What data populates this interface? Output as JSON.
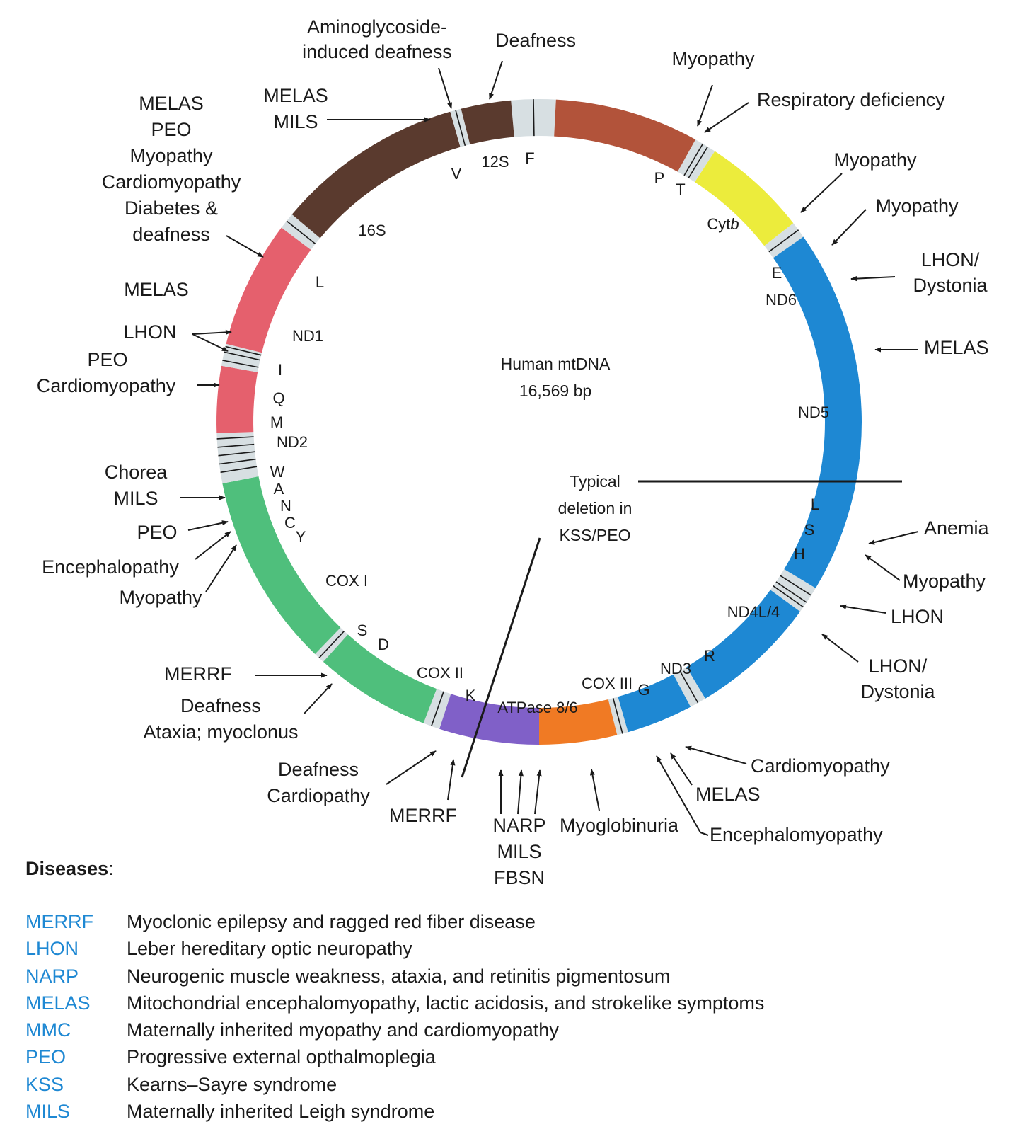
{
  "center": {
    "line1": "Human mtDNA",
    "line2": "16,569 bp"
  },
  "deletion": {
    "line1": "Typical",
    "line2": "deletion in",
    "line3": "KSS/PEO"
  },
  "colors": {
    "rrna": "#5a3a2e",
    "cytb": "#ecec3c",
    "nd_light": "#1e88d3",
    "cox1": "#4fbf7c",
    "atpase": "#8060c8",
    "cox3": "#f07a24",
    "complex1_left": "#e5606d",
    "trna": "#d7dfe2",
    "legend_abbr": "#1e88d3"
  },
  "genes": {
    "g12s": "12S",
    "g16s": "16S",
    "cytb": "Cyt",
    "cytb_italic": "b",
    "nd6": "ND6",
    "nd5": "ND5",
    "nd4l4": "ND4L/4",
    "nd3": "ND3",
    "cox3": "COX III",
    "atpase": "ATPase 8/6",
    "cox2": "COX II",
    "cox1": "COX I",
    "nd1": "ND1",
    "nd2": "ND2"
  },
  "trnas": {
    "F": "F",
    "V": "V",
    "L1": "L",
    "I": "I",
    "Q": "Q",
    "M": "M",
    "W": "W",
    "A": "A",
    "N": "N",
    "C": "C",
    "Y": "Y",
    "S1": "S",
    "D": "D",
    "K": "K",
    "G": "G",
    "R": "R",
    "H": "H",
    "S2": "S",
    "L2": "L",
    "E": "E",
    "T": "T",
    "P": "P"
  },
  "diseases": {
    "aminoglycoside_1": "Aminoglycoside-",
    "aminoglycoside_2": "induced deafness",
    "deafness_top": "Deafness",
    "myopathy_top": "Myopathy",
    "respiratory": "Respiratory deficiency",
    "myopathy_r1": "Myopathy",
    "myopathy_r2": "Myopathy",
    "lhon_dyst_1a": "LHON/",
    "lhon_dyst_1b": "Dystonia",
    "melas_r": "MELAS",
    "anemia": "Anemia",
    "myopathy_r3": "Myopathy",
    "lhon_r": "LHON",
    "lhon_dyst_2a": "LHON/",
    "lhon_dyst_2b": "Dystonia",
    "cardiomyopathy_b": "Cardiomyopathy",
    "melas_b": "MELAS",
    "encephalomyopathy_b": "Encephalomyopathy",
    "myoglobinuria": "Myoglobinuria",
    "narp": "NARP",
    "mils_b": "MILS",
    "fbsn": "FBSN",
    "merrf_b": "MERRF",
    "deafness_b": "Deafness",
    "cardiopathy_b": "Cardiopathy",
    "merrf_l": "MERRF",
    "deafness_l": "Deafness",
    "ataxia": "Ataxia; myoclonus",
    "chorea": "Chorea",
    "mils_l": "MILS",
    "peo_l2": "PEO",
    "encephalopathy": "Encephalopathy",
    "myopathy_l": "Myopathy",
    "melas_l1": "MELAS",
    "lhon_l": "LHON",
    "peo_l1": "PEO",
    "cardiomyopathy_l": "Cardiomyopathy",
    "stack_melas": "MELAS",
    "stack_peo": "PEO",
    "stack_myopathy": "Myopathy",
    "stack_cardiomyopathy": "Cardiomyopathy",
    "stack_diabetes": "Diabetes &",
    "stack_deafness": "deafness",
    "melas_top": "MELAS",
    "mils_top": "MILS"
  },
  "legend": {
    "title": "Diseases",
    "title_colon": ":",
    "items": [
      {
        "abbr": "MERRF",
        "definition": "Myoclonic epilepsy and ragged red fiber disease"
      },
      {
        "abbr": "LHON",
        "definition": "Leber hereditary optic neuropathy"
      },
      {
        "abbr": "NARP",
        "definition": "Neurogenic muscle weakness, ataxia, and retinitis pigmentosum"
      },
      {
        "abbr": "MELAS",
        "definition": "Mitochondrial encephalomyopathy, lactic acidosis, and strokelike symptoms"
      },
      {
        "abbr": "MMC",
        "definition": "Maternally inherited myopathy and cardiomyopathy"
      },
      {
        "abbr": "PEO",
        "definition": "Progressive external opthalmoplegia"
      },
      {
        "abbr": "KSS",
        "definition": "Kearns–Sayre syndrome"
      },
      {
        "abbr": "MILS",
        "definition": "Maternally inherited Leigh syndrome"
      }
    ]
  }
}
